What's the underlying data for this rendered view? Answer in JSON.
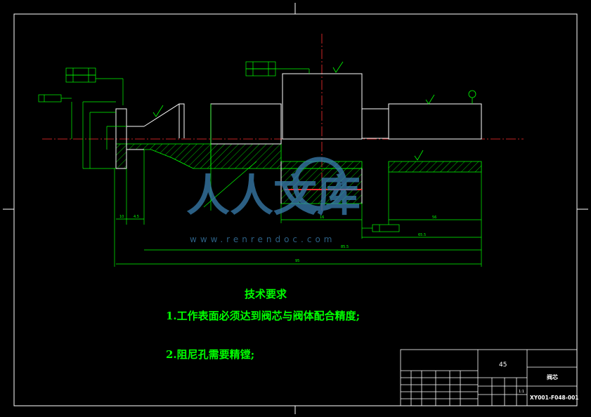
{
  "drawing": {
    "tech_req": {
      "title": "技术要求",
      "item1": "1.工作表面必须达到阀芯与阀体配合精度;",
      "item2": "2.阻尼孔需要精镗;"
    },
    "title_block": {
      "material": "45",
      "part_name": "阀芯",
      "drawing_no": "XY001-F048-001",
      "scale": "1:1"
    },
    "dimensions": {
      "d_left_dim_1": "10",
      "d_left_dim_2": "4.5",
      "d_center": "16",
      "d_right": "56",
      "d_len_1": "65.5",
      "d_len_2": "85.5",
      "d_total": "95"
    },
    "watermark": {
      "text": "人人文库",
      "url": "www.renrendoc.com"
    }
  },
  "colors": {
    "background": "#000000",
    "frame": "#ffffff",
    "outline": "#ffffff",
    "dimension": "#00ff00",
    "centerline": "#ff3030",
    "hatch": "#00ff00",
    "watermark": "#3a7fb0"
  }
}
